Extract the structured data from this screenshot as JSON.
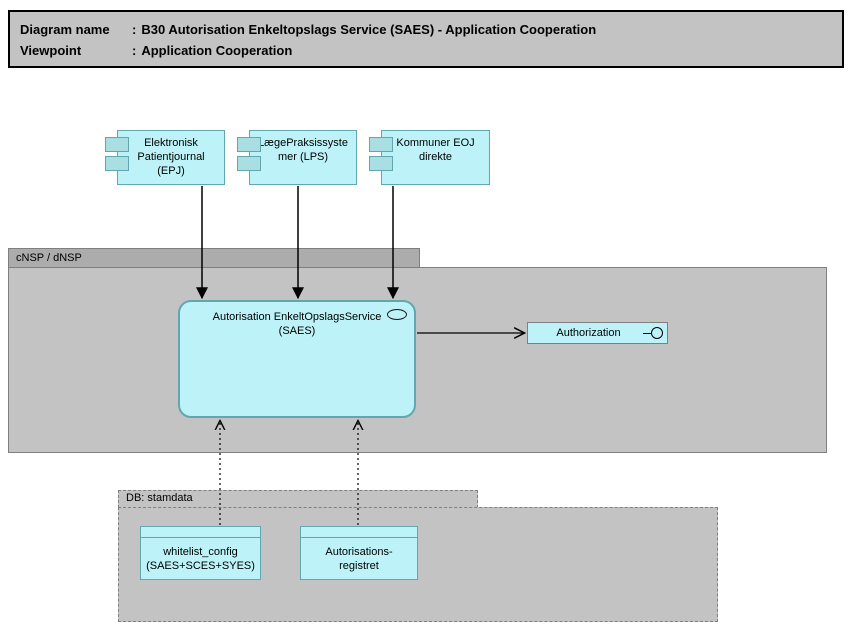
{
  "title_block": {
    "lines": [
      {
        "label": "Diagram name",
        "separator": ":",
        "text": "B30 Autorisation Enkeltopslags Service (SAES) - Application Cooperation"
      },
      {
        "label": "Viewpoint",
        "separator": ":",
        "text": "Application Cooperation"
      }
    ]
  },
  "components": [
    {
      "id": "epj",
      "label": "Elektronisk\nPatientjournal\n(EPJ)"
    },
    {
      "id": "lps",
      "label": "LægePraksissyste\nmer (LPS)"
    },
    {
      "id": "kommuner-eoj",
      "label": "Kommuner EOJ\ndirekte"
    }
  ],
  "groups": {
    "cnsp": {
      "label": "cNSP / dNSP"
    },
    "db": {
      "label": "DB: stamdata"
    }
  },
  "service": {
    "label": "Autorisation EnkeltOpslagsService\n(SAES)"
  },
  "interface": {
    "label": "Authorization"
  },
  "data_objects": [
    {
      "id": "whitelist-config",
      "label": "whitelist_config\n(SAES+SCES+SYES)"
    },
    {
      "id": "autorisationsregistret",
      "label": "Autorisations-\nregistret"
    }
  ],
  "relationships": [
    {
      "from": "Elektronisk Patientjournal (EPJ)",
      "to": "Autorisation EnkeltOpslagsService (SAES)",
      "style": "solid-filled-arrow"
    },
    {
      "from": "LægePraksissystemer (LPS)",
      "to": "Autorisation EnkeltOpslagsService (SAES)",
      "style": "solid-filled-arrow"
    },
    {
      "from": "Kommuner EOJ direkte",
      "to": "Autorisation EnkeltOpslagsService (SAES)",
      "style": "solid-filled-arrow"
    },
    {
      "from": "Autorisation EnkeltOpslagsService (SAES)",
      "to": "Authorization",
      "style": "solid-open-arrow"
    },
    {
      "from": "whitelist_config (SAES+SCES+SYES)",
      "to": "Autorisation EnkeltOpslagsService (SAES)",
      "style": "dashed-open-arrow"
    },
    {
      "from": "Autorisationsregistret",
      "to": "Autorisation EnkeltOpslagsService (SAES)",
      "style": "dashed-open-arrow"
    }
  ],
  "colors": {
    "node_fill": "#BDF3F8",
    "node_border": "#62A7AF",
    "component_tab_fill": "#A9DFE3",
    "group_body_fill": "#C3C3C3",
    "group_tab_fill": "#ACACAC",
    "group_border": "#7F7F7F",
    "title_fill": "#C3C3C3",
    "title_border": "#000000",
    "arrow": "#000000",
    "background": "#FFFFFF"
  }
}
